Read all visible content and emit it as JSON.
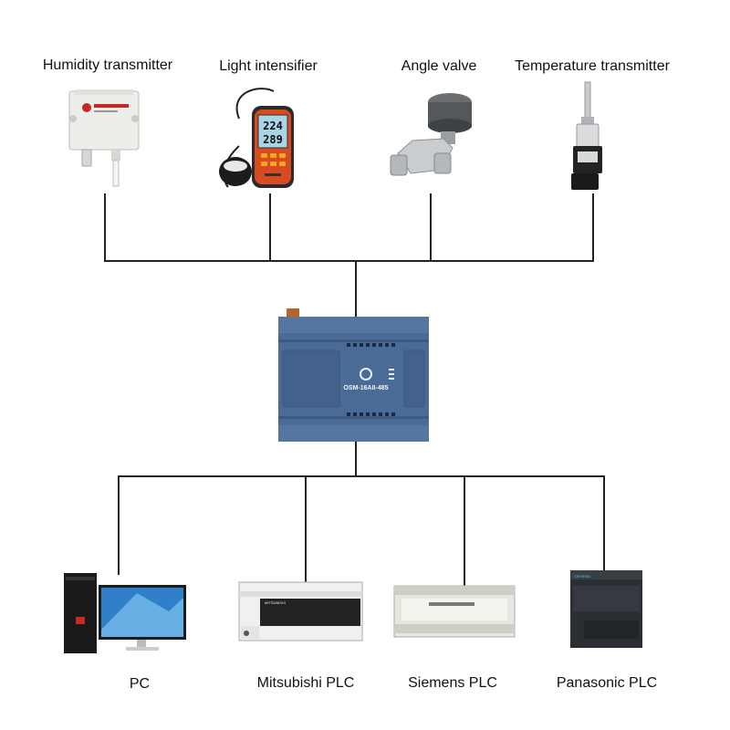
{
  "sensors": [
    {
      "label": "Humidity transmitter",
      "icon": "humidity-transmitter-icon"
    },
    {
      "label": "Light intensifier",
      "icon": "light-meter-icon",
      "lcd_top": "224",
      "lcd_bottom": "289"
    },
    {
      "label": "Angle valve",
      "icon": "angle-valve-icon"
    },
    {
      "label": "Temperature transmitter",
      "icon": "temperature-transmitter-icon"
    }
  ],
  "module": {
    "model": "OSM-16AII-485",
    "color": "#4a6b96",
    "icon": "io-module-icon"
  },
  "outputs": [
    {
      "label": "PC",
      "icon": "pc-icon"
    },
    {
      "label": "Mitsubishi PLC",
      "icon": "mitsubishi-plc-icon",
      "brand": "MITSUBISHI"
    },
    {
      "label": "Siemens PLC",
      "icon": "siemens-plc-icon"
    },
    {
      "label": "Panasonic PLC",
      "icon": "panasonic-plc-icon",
      "brand": "SIEMENS"
    }
  ]
}
